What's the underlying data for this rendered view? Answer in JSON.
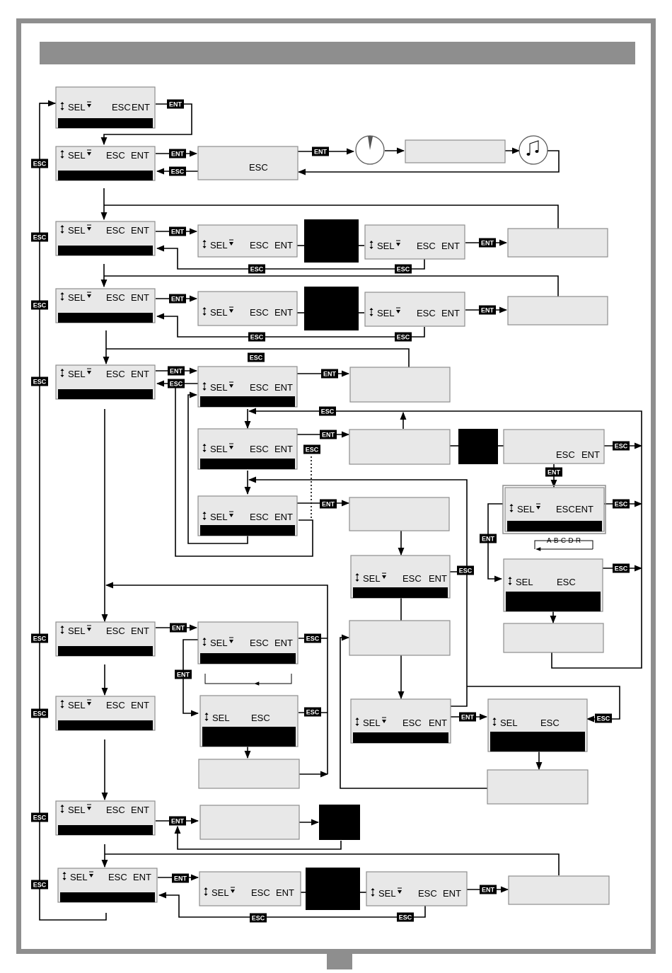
{
  "labels": {
    "sel": "SEL",
    "esc": "ESC",
    "ent": "ENT",
    "up_down_glyph": "▼▲",
    "up_glyph": "▲",
    "sequence": "A-B-C-D-R"
  },
  "icons": {
    "menu_updown": "up-down-arrow-icon",
    "timer": "timer-dial-icon",
    "sound": "music-note-icon"
  },
  "colors": {
    "screen_fill": "#e8e8e8",
    "border": "#8e8e8e",
    "tag_fill": "#000000",
    "line": "#000000",
    "faded_letter": "#9a9a9a"
  }
}
